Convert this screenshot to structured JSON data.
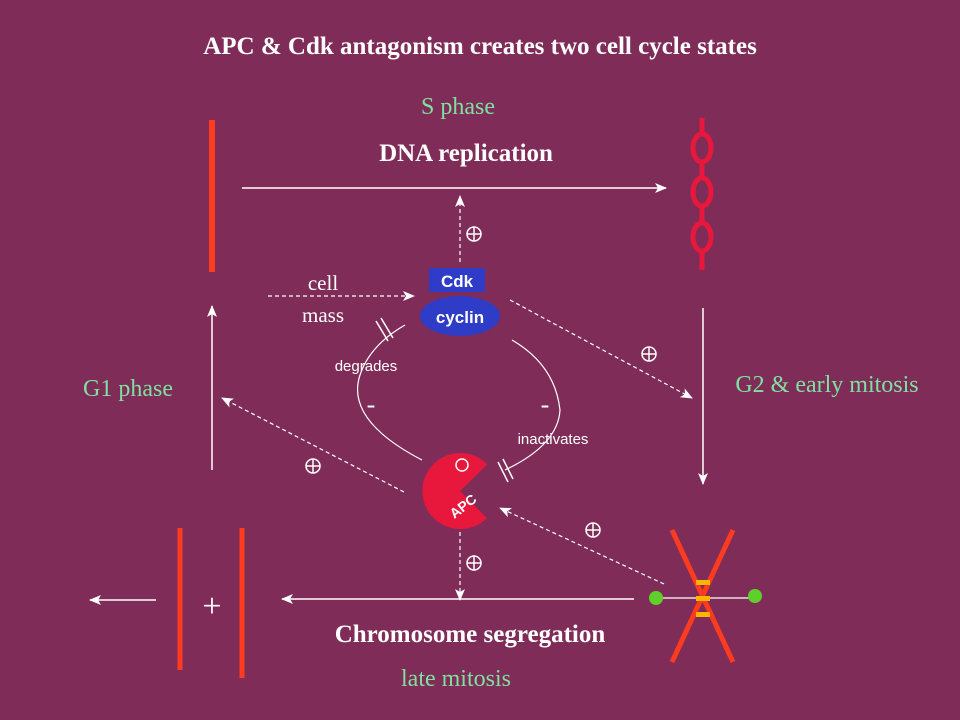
{
  "title": "APC & Cdk antagonism creates two cell cycle states",
  "phases": {
    "s_phase": "S phase",
    "g1_phase": "G1 phase",
    "g2_phase": "G2 & early mitosis",
    "late_mitosis": "late mitosis"
  },
  "processes": {
    "dna_replication": "DNA replication",
    "chromosome_segregation": "Chromosome segregation"
  },
  "labels": {
    "cell": "cell",
    "mass": "mass",
    "cdk": "Cdk",
    "cyclin": "cyclin",
    "degrades": "degrades",
    "inactivates": "inactivates",
    "apc": "APC",
    "minus": "-",
    "plus_sign": "+"
  },
  "colors": {
    "background": "#7f2d58",
    "phase_text": "#7fe0a0",
    "chromosome_red": "#ff3b1f",
    "chromosome_crimson": "#e8173c",
    "cdk_box": "#2e3cc8",
    "cyclin_ellipse": "#2e3cc8",
    "apc_fill": "#e8173c",
    "kinetochore": "#ffb400",
    "spindle_pole": "#5fd02a"
  },
  "icons": {
    "positive_effect": "circled-plus-icon"
  }
}
